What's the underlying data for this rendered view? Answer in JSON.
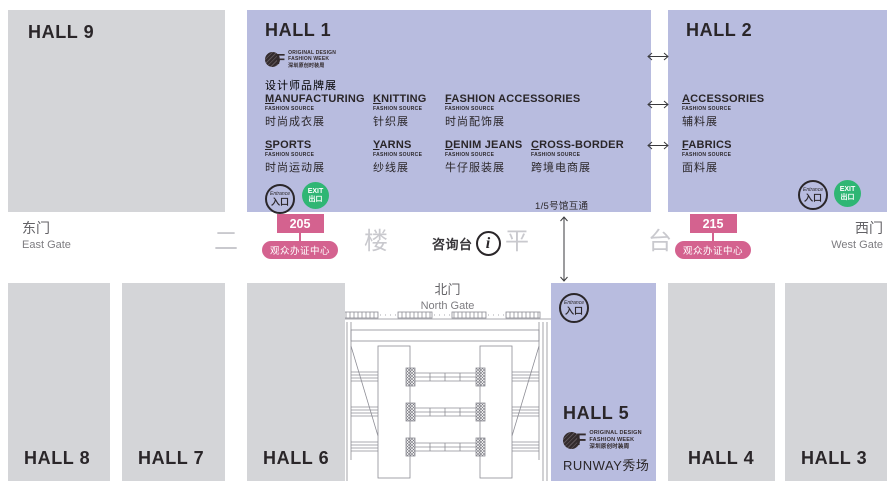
{
  "colors": {
    "hall_purple": "#b8bcdf",
    "hall_gray": "#d4d5d8",
    "accent_pink": "#d4628f",
    "exit_green": "#2fb674",
    "text_dark": "#2a2629",
    "corridor_gray": "#c9c9ce"
  },
  "brand": {
    "fs": "FASHION SOURCE",
    "f": "F",
    "logo1": "ORIGINAL DESIGN",
    "logo2": "FASHION WEEK",
    "logo3": "深圳原创时装周"
  },
  "halls": {
    "h1": "HALL 1",
    "h2": "HALL 2",
    "h3": "HALL 3",
    "h4": "HALL 4",
    "h5": "HALL 5",
    "h6": "HALL 6",
    "h7": "HALL 7",
    "h8": "HALL 8",
    "h9": "HALL 9"
  },
  "hall1": {
    "designer_cn": "设计师品牌展",
    "interlink": "1/5号馆互通",
    "items": [
      {
        "title": "MANUFACTURING",
        "cn": "时尚成衣展"
      },
      {
        "title": "KNITTING",
        "cn": "针织展"
      },
      {
        "title": "FASHION ACCESSORIES",
        "cn": "时尚配饰展"
      },
      {
        "title": "SPORTS",
        "cn": "时尚运动展"
      },
      {
        "title": "YARNS",
        "cn": "纱线展"
      },
      {
        "title": "DENIM JEANS",
        "cn": "牛仔服装展"
      },
      {
        "title": "CROSS-BORDER",
        "cn": "跨境电商展"
      }
    ]
  },
  "hall2": {
    "items": [
      {
        "title": "ACCESSORIES",
        "cn": "辅料展"
      },
      {
        "title": "FABRICS",
        "cn": "面料展"
      }
    ]
  },
  "hall5": {
    "runway": "RUNWAY秀场"
  },
  "marks": {
    "entrance_en": "Entrance",
    "entrance_cn": "入口",
    "exit_en": "EXIT",
    "exit_cn": "出口",
    "info_label": "咨询台",
    "info_symbol": "i"
  },
  "gates": {
    "east_cn": "东门",
    "east_en": "East Gate",
    "west_cn": "西门",
    "west_en": "West Gate",
    "north_cn": "北门",
    "north_en": "North Gate"
  },
  "corridor_chars": {
    "c1": "二",
    "c2": "楼",
    "c3": "平",
    "c4": "台"
  },
  "badges": {
    "num_east": "205",
    "num_west": "215",
    "center_label": "观众办证中心"
  }
}
